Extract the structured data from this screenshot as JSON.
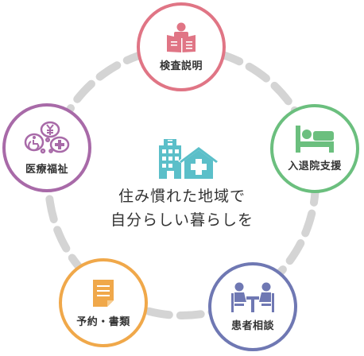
{
  "colors": {
    "ring": "#d4d4d4",
    "consult_explain": "#e07585",
    "admission_support": "#6bbf7e",
    "patient_consultation": "#6f78b3",
    "appointment_documents": "#f0a84a",
    "medical_welfare": "#a86aa8",
    "center_icon": "#5bbfc9"
  },
  "center": {
    "icon": "hospital-house-icon",
    "line1": "住み慣れた地域で",
    "line2": "自分らしい暮らしを"
  },
  "nodes": [
    {
      "label": "検査説明",
      "icon": "doctor-explaining-icon"
    },
    {
      "label": "入退院支援",
      "icon": "hospital-bed-icon"
    },
    {
      "label": "患者相談",
      "icon": "consultation-table-icon"
    },
    {
      "label": "予約・書類",
      "icon": "document-icon"
    },
    {
      "label": "医療福祉",
      "icon": "welfare-bubbles-icon"
    }
  ]
}
